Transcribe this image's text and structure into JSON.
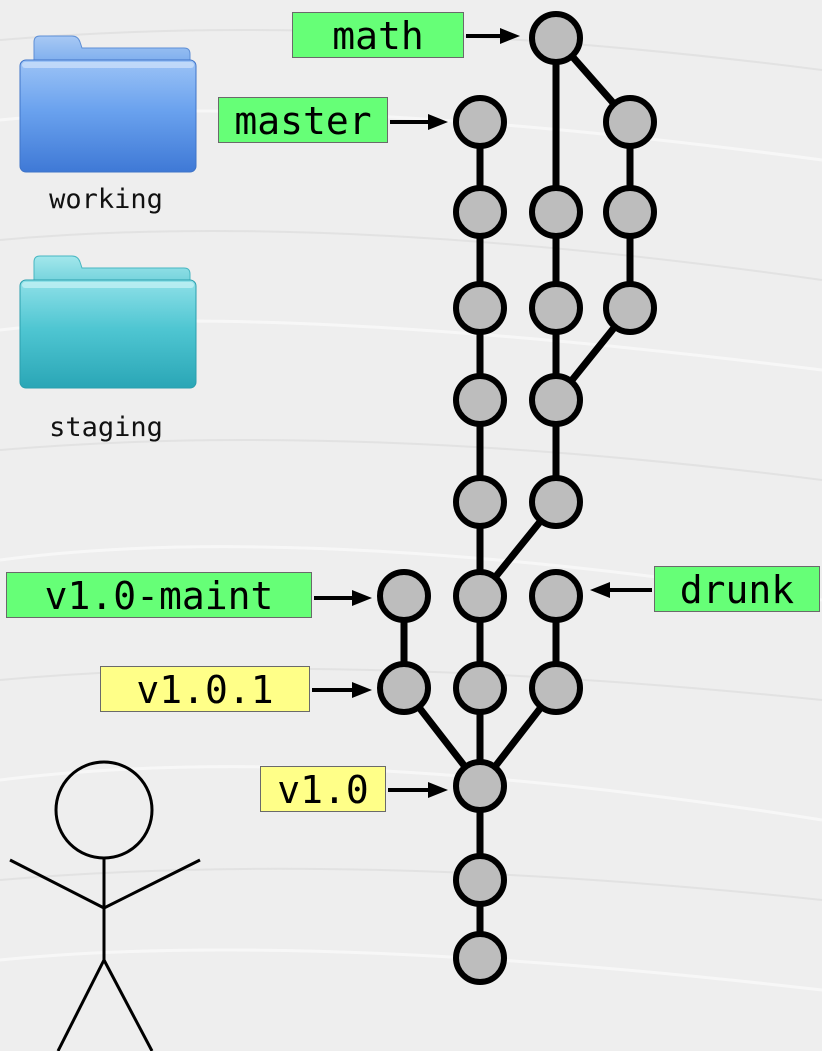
{
  "colors": {
    "branch_label": "#66ff77",
    "tag_label": "#ffff88",
    "commit_fill": "#bdbdbd",
    "commit_stroke": "#000000",
    "working_folder": "#5a95e8",
    "staging_folder": "#3fbfcc",
    "background": "#eeeeee"
  },
  "areas": {
    "working": {
      "label": "working",
      "icon": "folder-icon"
    },
    "staging": {
      "label": "staging",
      "icon": "folder-icon"
    }
  },
  "refs": {
    "math": "math",
    "master": "master",
    "v1_0_maint": "v1.0-maint",
    "v1_0_1": "v1.0.1",
    "v1_0": "v1.0",
    "drunk": "drunk"
  },
  "user": {
    "icon": "stick-figure-icon"
  }
}
